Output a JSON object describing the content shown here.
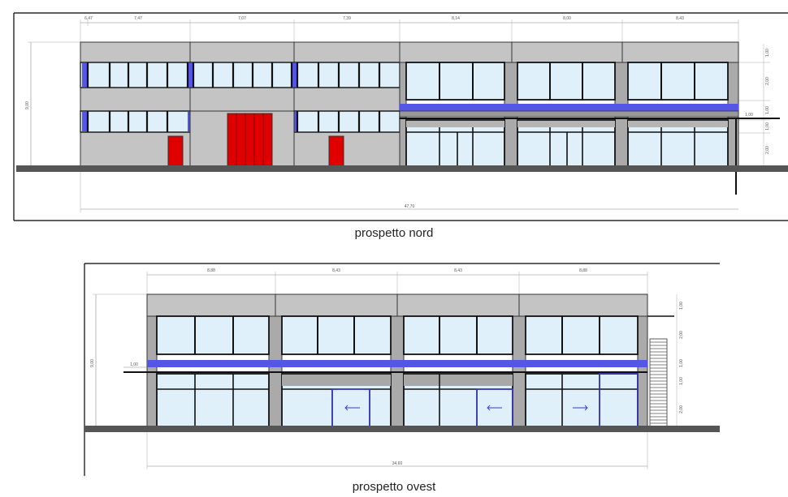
{
  "nord": {
    "caption": "prospetto nord",
    "top_dims": [
      "6,47",
      "7,47",
      "7,07",
      "7,39",
      "8,14",
      "8,00",
      "8,43"
    ],
    "total_width": "47,70",
    "height": "9,00",
    "right_dims": [
      "1,00",
      "2,00",
      "1,00",
      "1,00",
      "2,00"
    ],
    "canopy": "1,00"
  },
  "ovest": {
    "caption": "prospetto ovest",
    "top_dims": [
      "8,88",
      "8,43",
      "8,43",
      "8,88"
    ],
    "total_width": "34,60",
    "height": "9,00",
    "right_dims": [
      "1,00",
      "2,00",
      "1,00",
      "1,00",
      "2,00"
    ],
    "canopy": "1,00"
  },
  "colors": {
    "concrete": "#c4c4c4",
    "glass": "#dff0fb",
    "mullion": "#1a1a1a",
    "blue_band": "#5555e6",
    "door": "#e00000",
    "ground": "#555555"
  }
}
